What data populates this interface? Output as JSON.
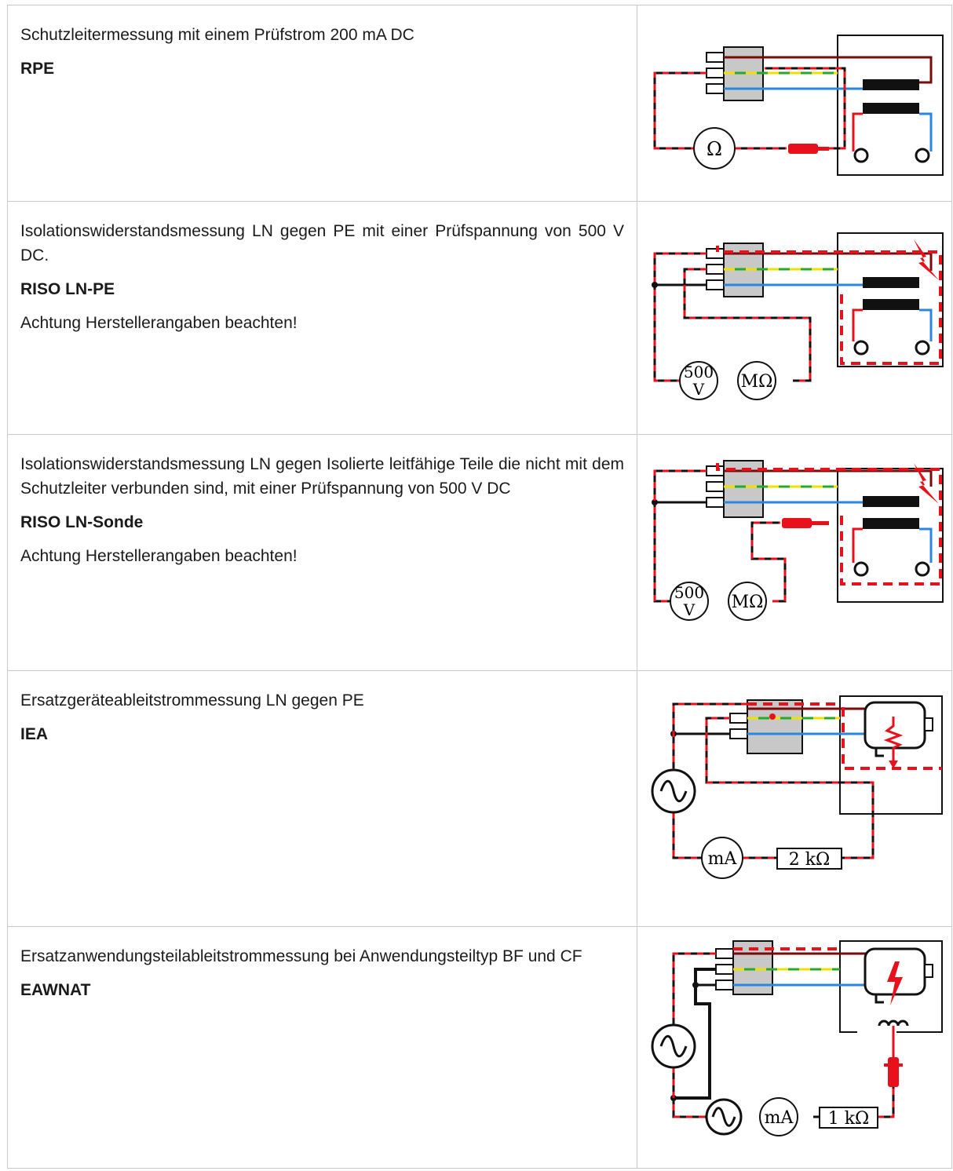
{
  "rows": [
    {
      "description": "Schutzleitermessung mit einem Prüfstrom 200 mA DC",
      "code": "RPE",
      "note": "",
      "meter_label": "Ω",
      "source_label": ""
    },
    {
      "description": "Isolationswiderstandsmessung LN gegen PE mit einer Prüfspannung von 500 V DC.",
      "code": "RISO LN-PE",
      "note": "Achtung Herstellerangaben beachten!",
      "meter_label": "MΩ",
      "source_label_top": "500",
      "source_label_bottom": "V"
    },
    {
      "description": "Isolationswiderstandsmessung LN gegen Isolierte leitfähige Teile die nicht mit dem Schutzleiter verbunden sind, mit einer Prüfspannung von 500 V DC",
      "code": "RISO LN-Sonde",
      "note": "Achtung Herstellerangaben beachten!",
      "meter_label": "MΩ",
      "source_label_top": "500",
      "source_label_bottom": "V"
    },
    {
      "description": "Ersatzgeräteableitstrommessung LN gegen PE",
      "code": "IEA",
      "note": "",
      "meter_label": "mA",
      "resistor_label": "2 kΩ"
    },
    {
      "description": "Ersatzanwendungsteilableitstrommessung bei Anwendungsteiltyp BF und CF",
      "code": "EAWNAT",
      "note": "",
      "meter_label": "mA",
      "resistor_label": "1 kΩ"
    }
  ],
  "colors": {
    "lead_red": "#e8101a",
    "lead_black": "#111111",
    "phase_dark": "#7a0a0a",
    "pe_green": "#2aa82a",
    "pe_yellow": "#f0e000",
    "neutral_blue": "#2b86e0",
    "plug_grey": "#c8c8c8",
    "border": "#c8c8c8"
  }
}
